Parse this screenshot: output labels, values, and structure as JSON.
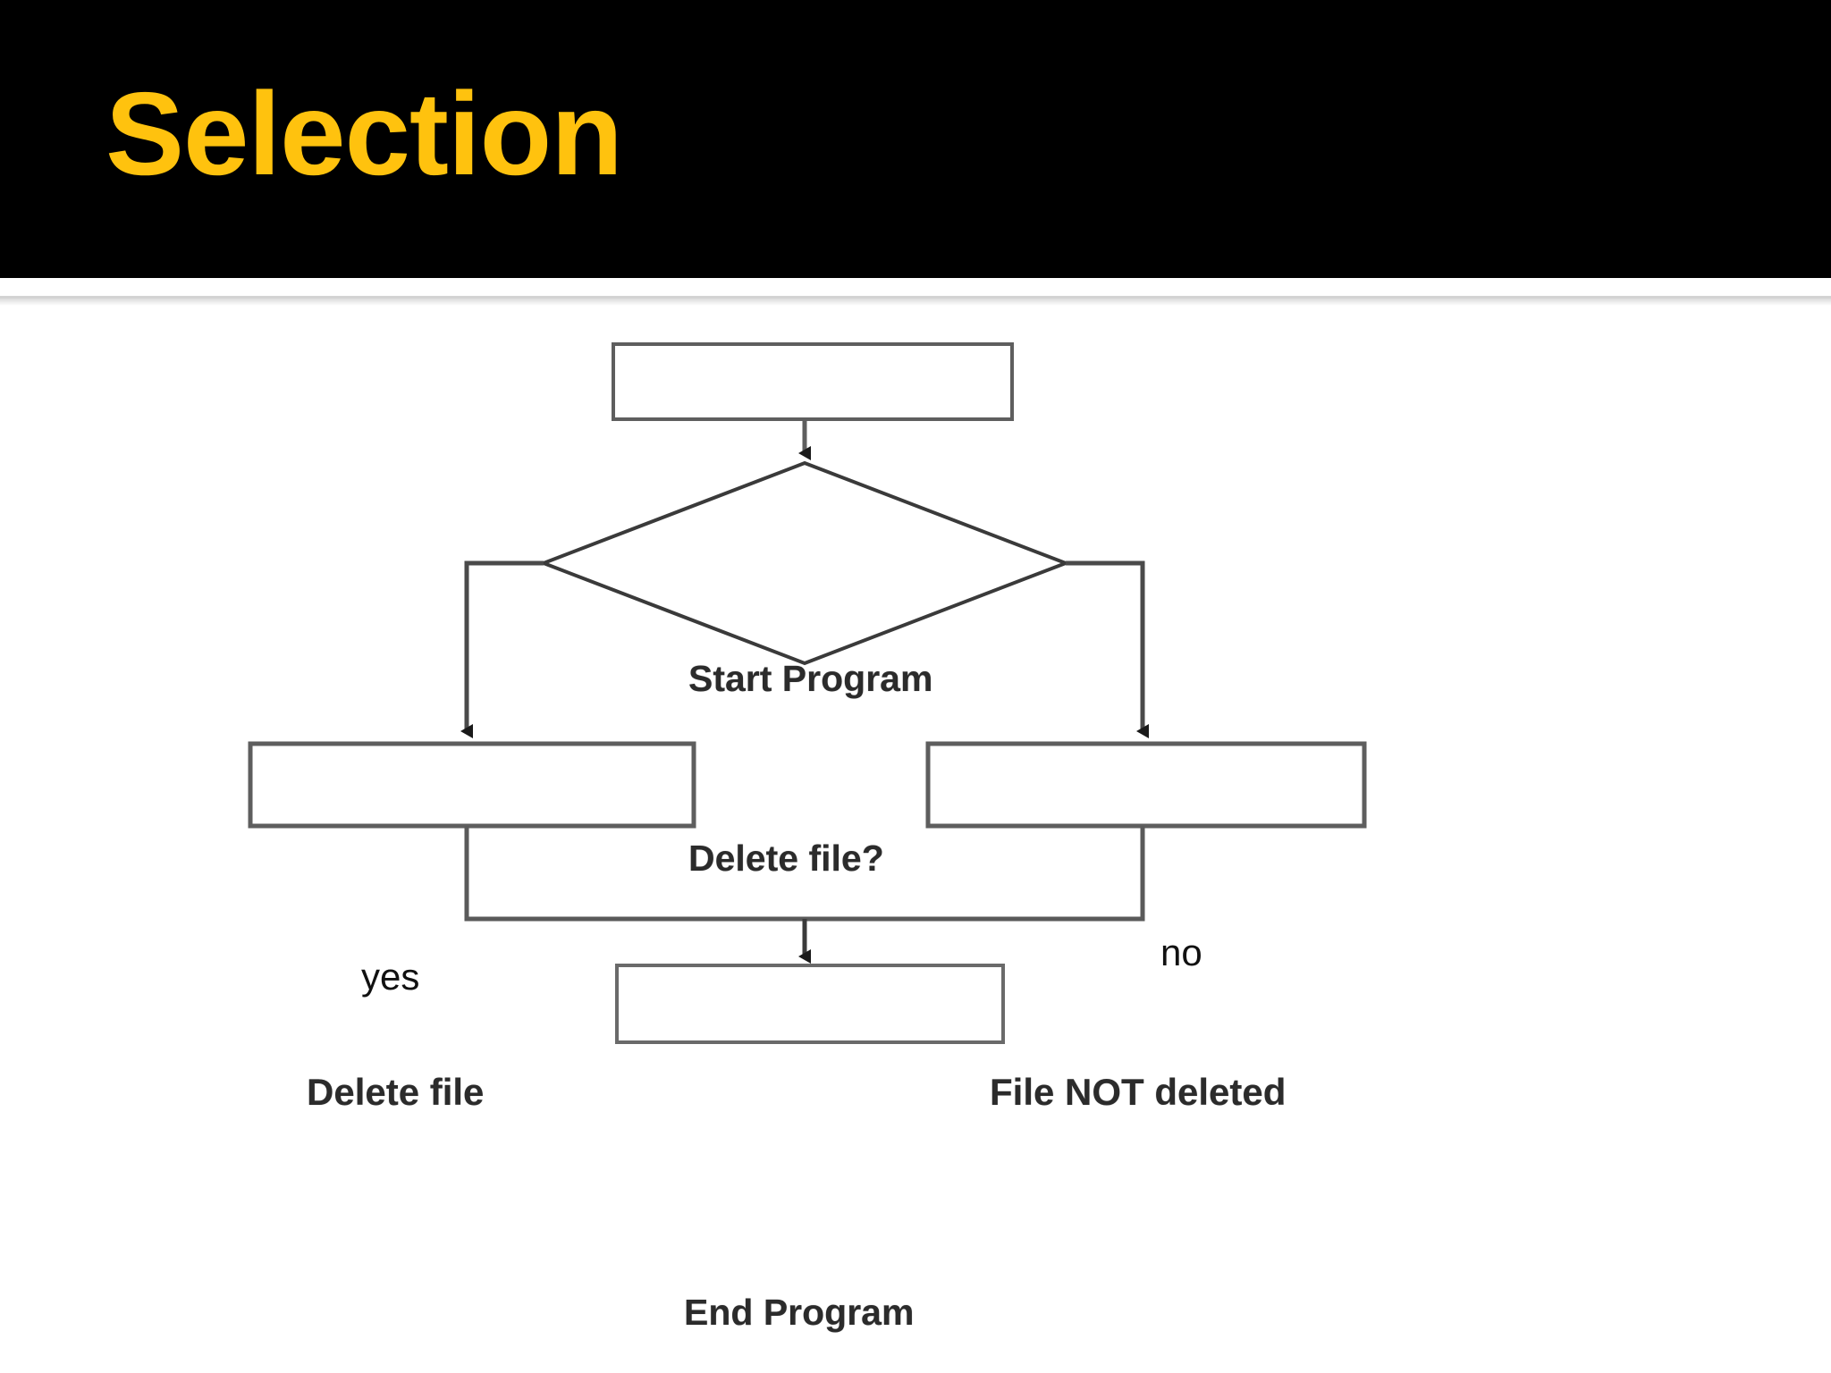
{
  "slide": {
    "title": "Selection",
    "title_color": "#ffc20e",
    "header_background": "#000000",
    "body_background": "#ffffff",
    "separator_color": "#d3d3d3"
  },
  "diagram": {
    "type": "flowchart",
    "stroke_color": "#3a3a3a",
    "node_fill": "#ffffff",
    "text_color": "#2b2b2b",
    "nodes": [
      {
        "id": "start",
        "shape": "process",
        "label": "Start Program"
      },
      {
        "id": "decision",
        "shape": "decision",
        "label": "Delete file?"
      },
      {
        "id": "delete",
        "shape": "process",
        "label": "Delete file"
      },
      {
        "id": "not_deleted",
        "shape": "process",
        "label": "File NOT deleted"
      },
      {
        "id": "end",
        "shape": "process",
        "label": "End Program"
      }
    ],
    "edges": [
      {
        "from": "start",
        "to": "decision",
        "label": ""
      },
      {
        "from": "decision",
        "to": "delete",
        "label": "yes"
      },
      {
        "from": "decision",
        "to": "not_deleted",
        "label": "no"
      },
      {
        "from": "delete",
        "to": "end",
        "label": ""
      },
      {
        "from": "not_deleted",
        "to": "end",
        "label": ""
      }
    ],
    "branch_labels": {
      "yes": "yes",
      "no": "no"
    }
  }
}
